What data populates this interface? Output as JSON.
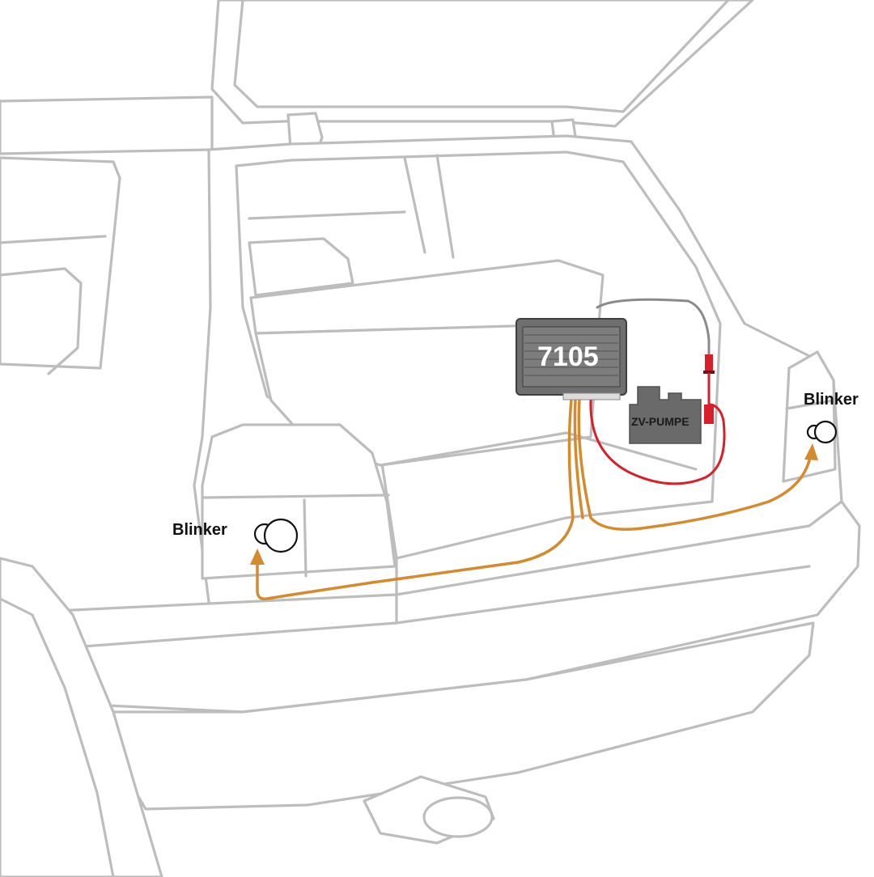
{
  "module": {
    "label": "7105",
    "color": "#6f6f6f"
  },
  "pump": {
    "label": "ZV-PUMPE"
  },
  "indicators": {
    "left": {
      "label": "Blinker"
    },
    "right": {
      "label": "Blinker"
    }
  },
  "colors": {
    "outline": "#bdbdbd",
    "wire_indicator": "#d58a2e",
    "wire_power": "#d8202b",
    "wire_pump_signal": "#8a8a8a"
  },
  "icons": [
    "indicator-lamp-icon",
    "control-module-icon",
    "pump-icon"
  ]
}
